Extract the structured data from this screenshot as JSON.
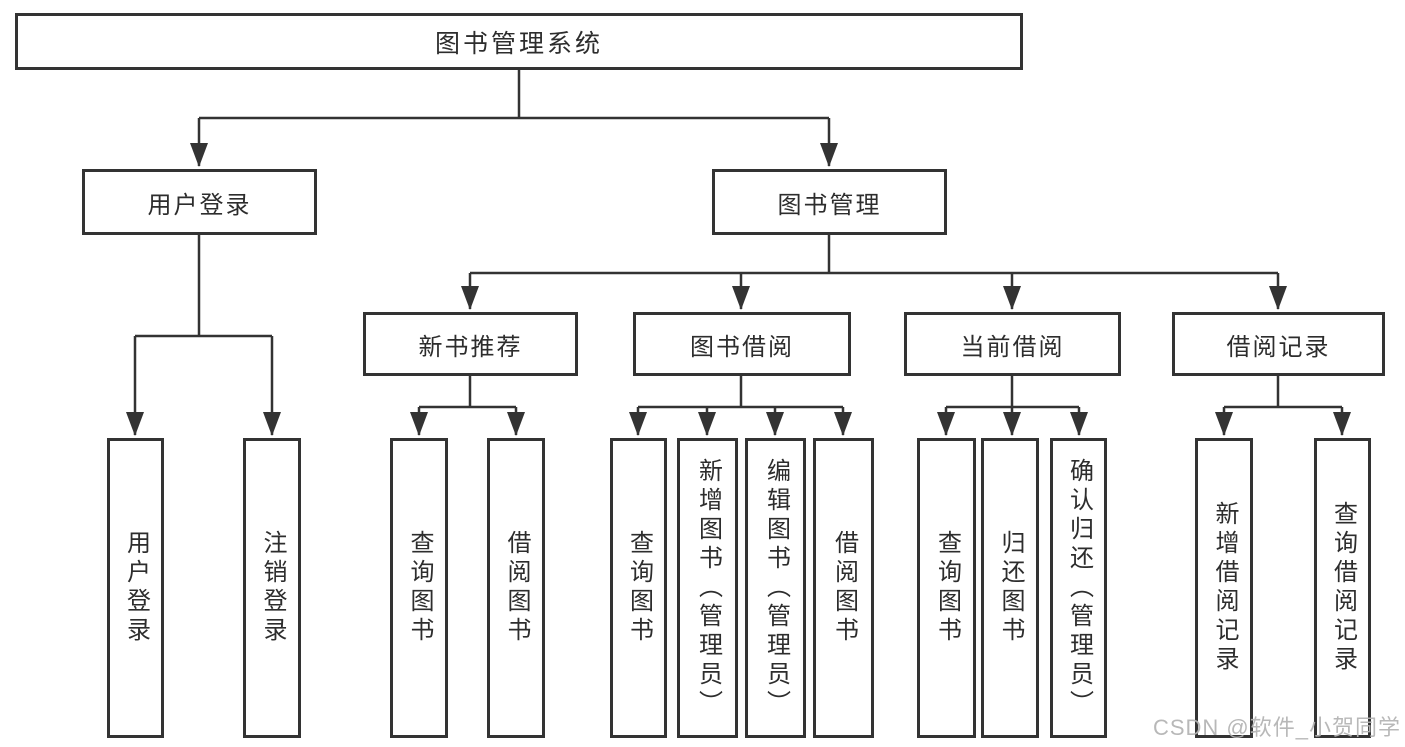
{
  "tree": {
    "label": "图书管理系统",
    "children": [
      {
        "label": "用户登录",
        "children": [
          {
            "label": "用户登录"
          },
          {
            "label": "注销登录"
          }
        ]
      },
      {
        "label": "图书管理",
        "children": [
          {
            "label": "新书推荐",
            "children": [
              {
                "label": "查询图书"
              },
              {
                "label": "借阅图书"
              }
            ]
          },
          {
            "label": "图书借阅",
            "children": [
              {
                "label": "查询图书"
              },
              {
                "label": "新增图书（管理员）"
              },
              {
                "label": "编辑图书（管理员）"
              },
              {
                "label": "借阅图书"
              }
            ]
          },
          {
            "label": "当前借阅",
            "children": [
              {
                "label": "查询图书"
              },
              {
                "label": "归还图书"
              },
              {
                "label": "确认归还（管理员）"
              }
            ]
          },
          {
            "label": "借阅记录",
            "children": [
              {
                "label": "新增借阅记录"
              },
              {
                "label": "查询借阅记录"
              }
            ]
          }
        ]
      }
    ]
  },
  "watermark": "CSDN @软件_小贺同学",
  "colors": {
    "line": "#333333",
    "text": "#2d2d2d",
    "box_bg": "#ffffff",
    "background": "#ffffff",
    "watermark": "#b3b3b3"
  }
}
